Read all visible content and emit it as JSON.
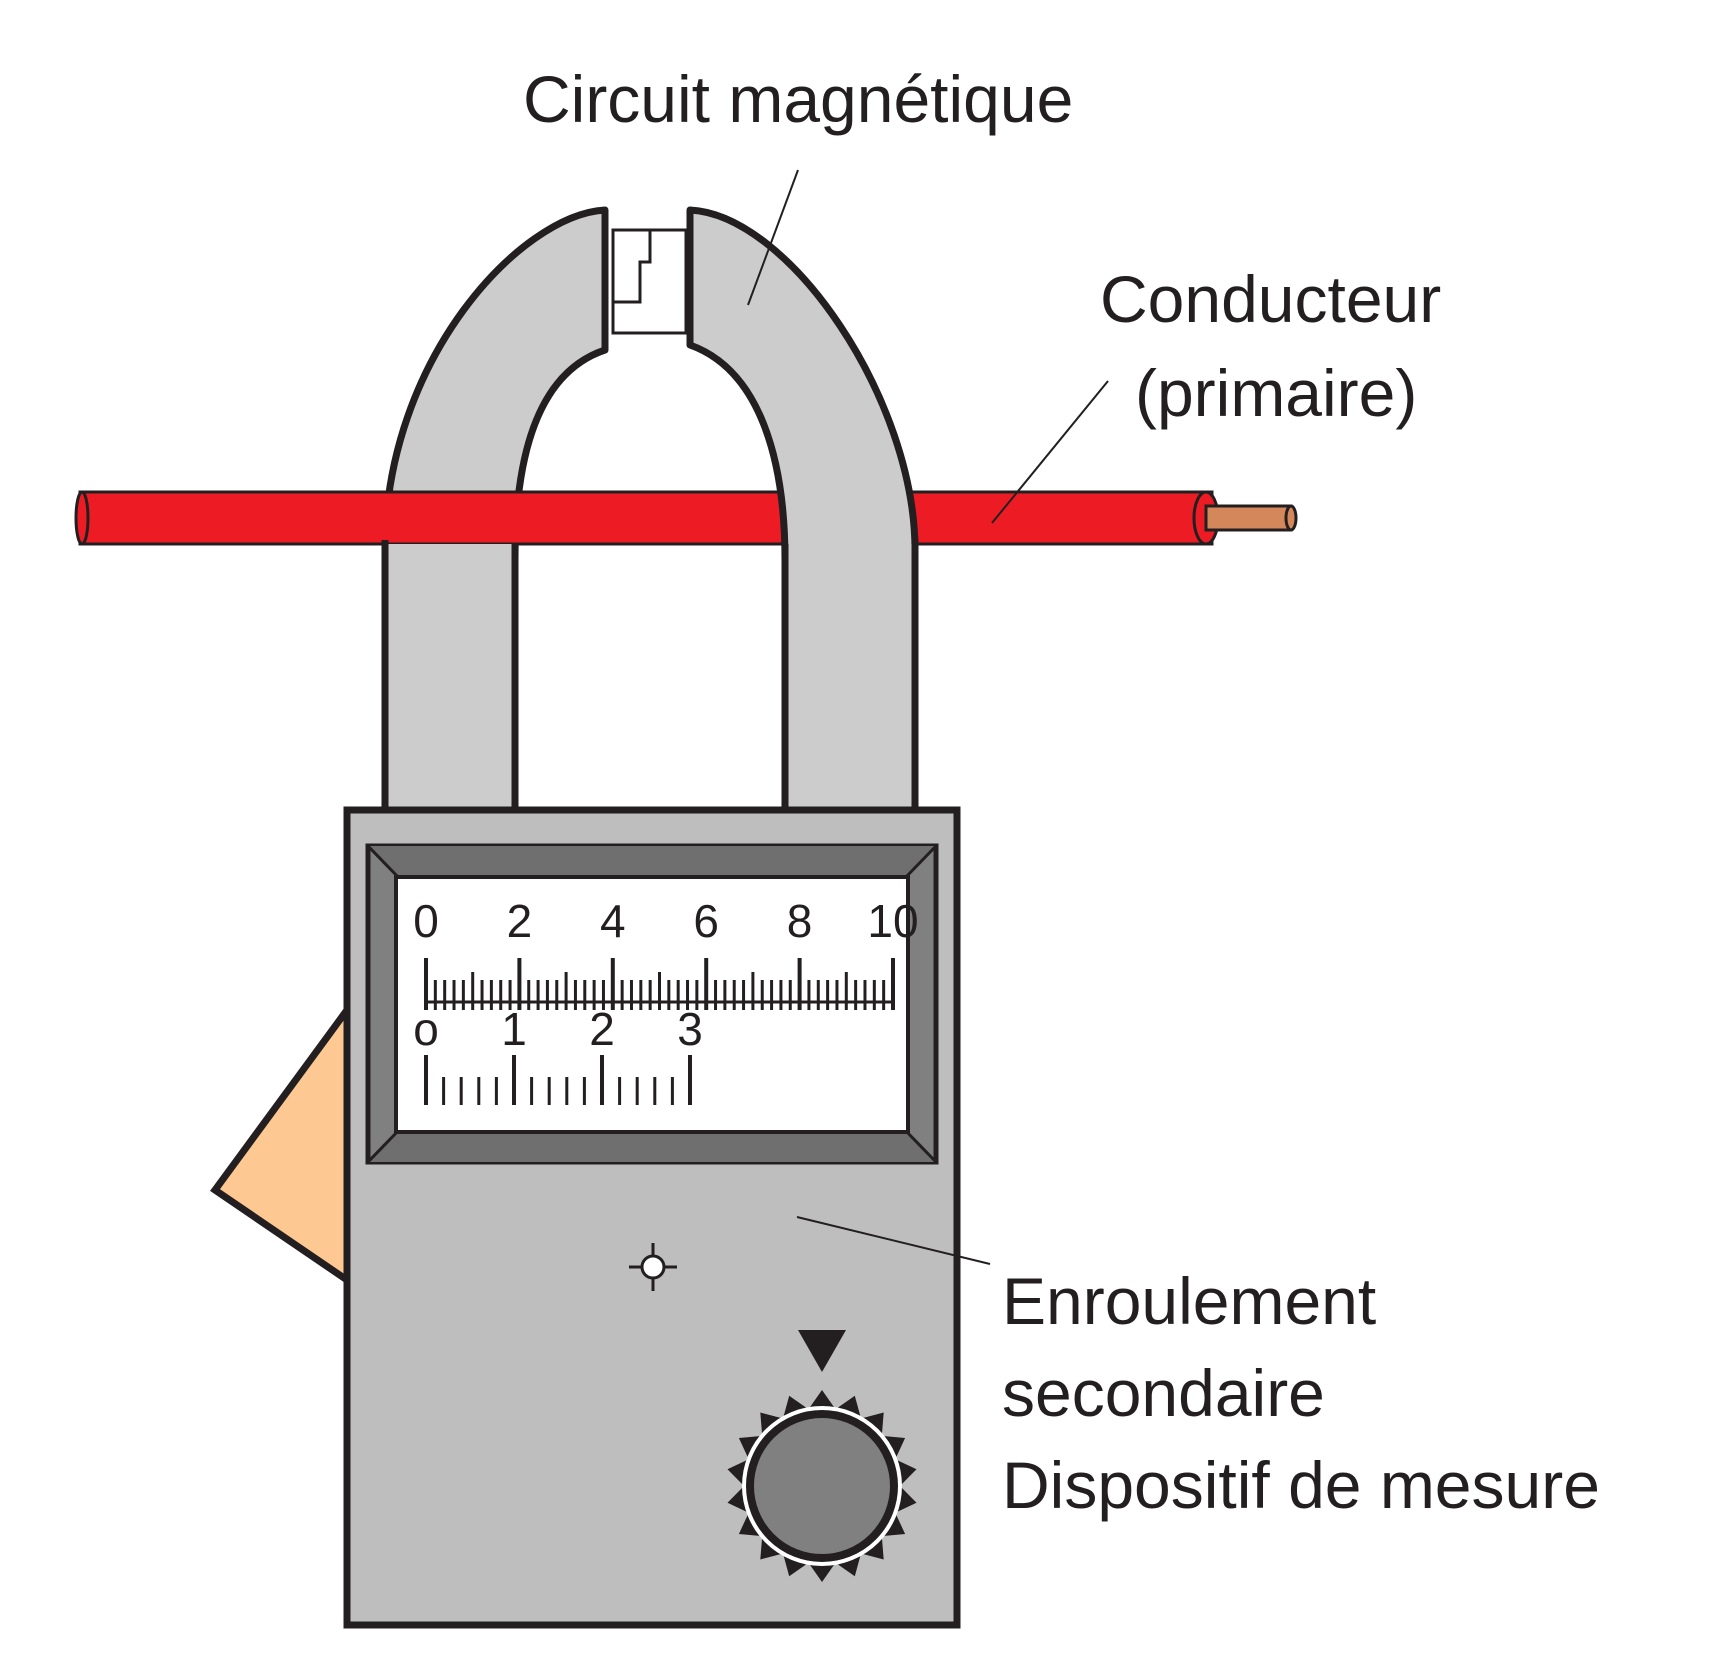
{
  "labels": {
    "magnetic_circuit": "Circuit magnétique",
    "conductor_line1": "Conducteur",
    "conductor_line2": "(primaire)",
    "secondary_line1": "Enroulement",
    "secondary_line2": "secondaire",
    "measuring_device": "Dispositif de mesure"
  },
  "scale_upper": {
    "ticks": [
      "0",
      "2",
      "4",
      "6",
      "8",
      "10"
    ],
    "minor_per_major": 10
  },
  "scale_lower": {
    "ticks": [
      "o",
      "1",
      "2",
      "3"
    ],
    "minor_per_major": 5
  },
  "colors": {
    "conductor": "#ed1c24",
    "copper": "#d4875a",
    "jaw": "#cccccc",
    "body": "#bebebe",
    "bezel_dark": "#808080",
    "knob": "#808080",
    "trigger": "#fdc891",
    "outline": "#231f20"
  },
  "icons": {
    "zero_adjust": "crosshair-icon",
    "range_pointer": "triangle-down-icon",
    "range_knob": "knob-icon"
  }
}
